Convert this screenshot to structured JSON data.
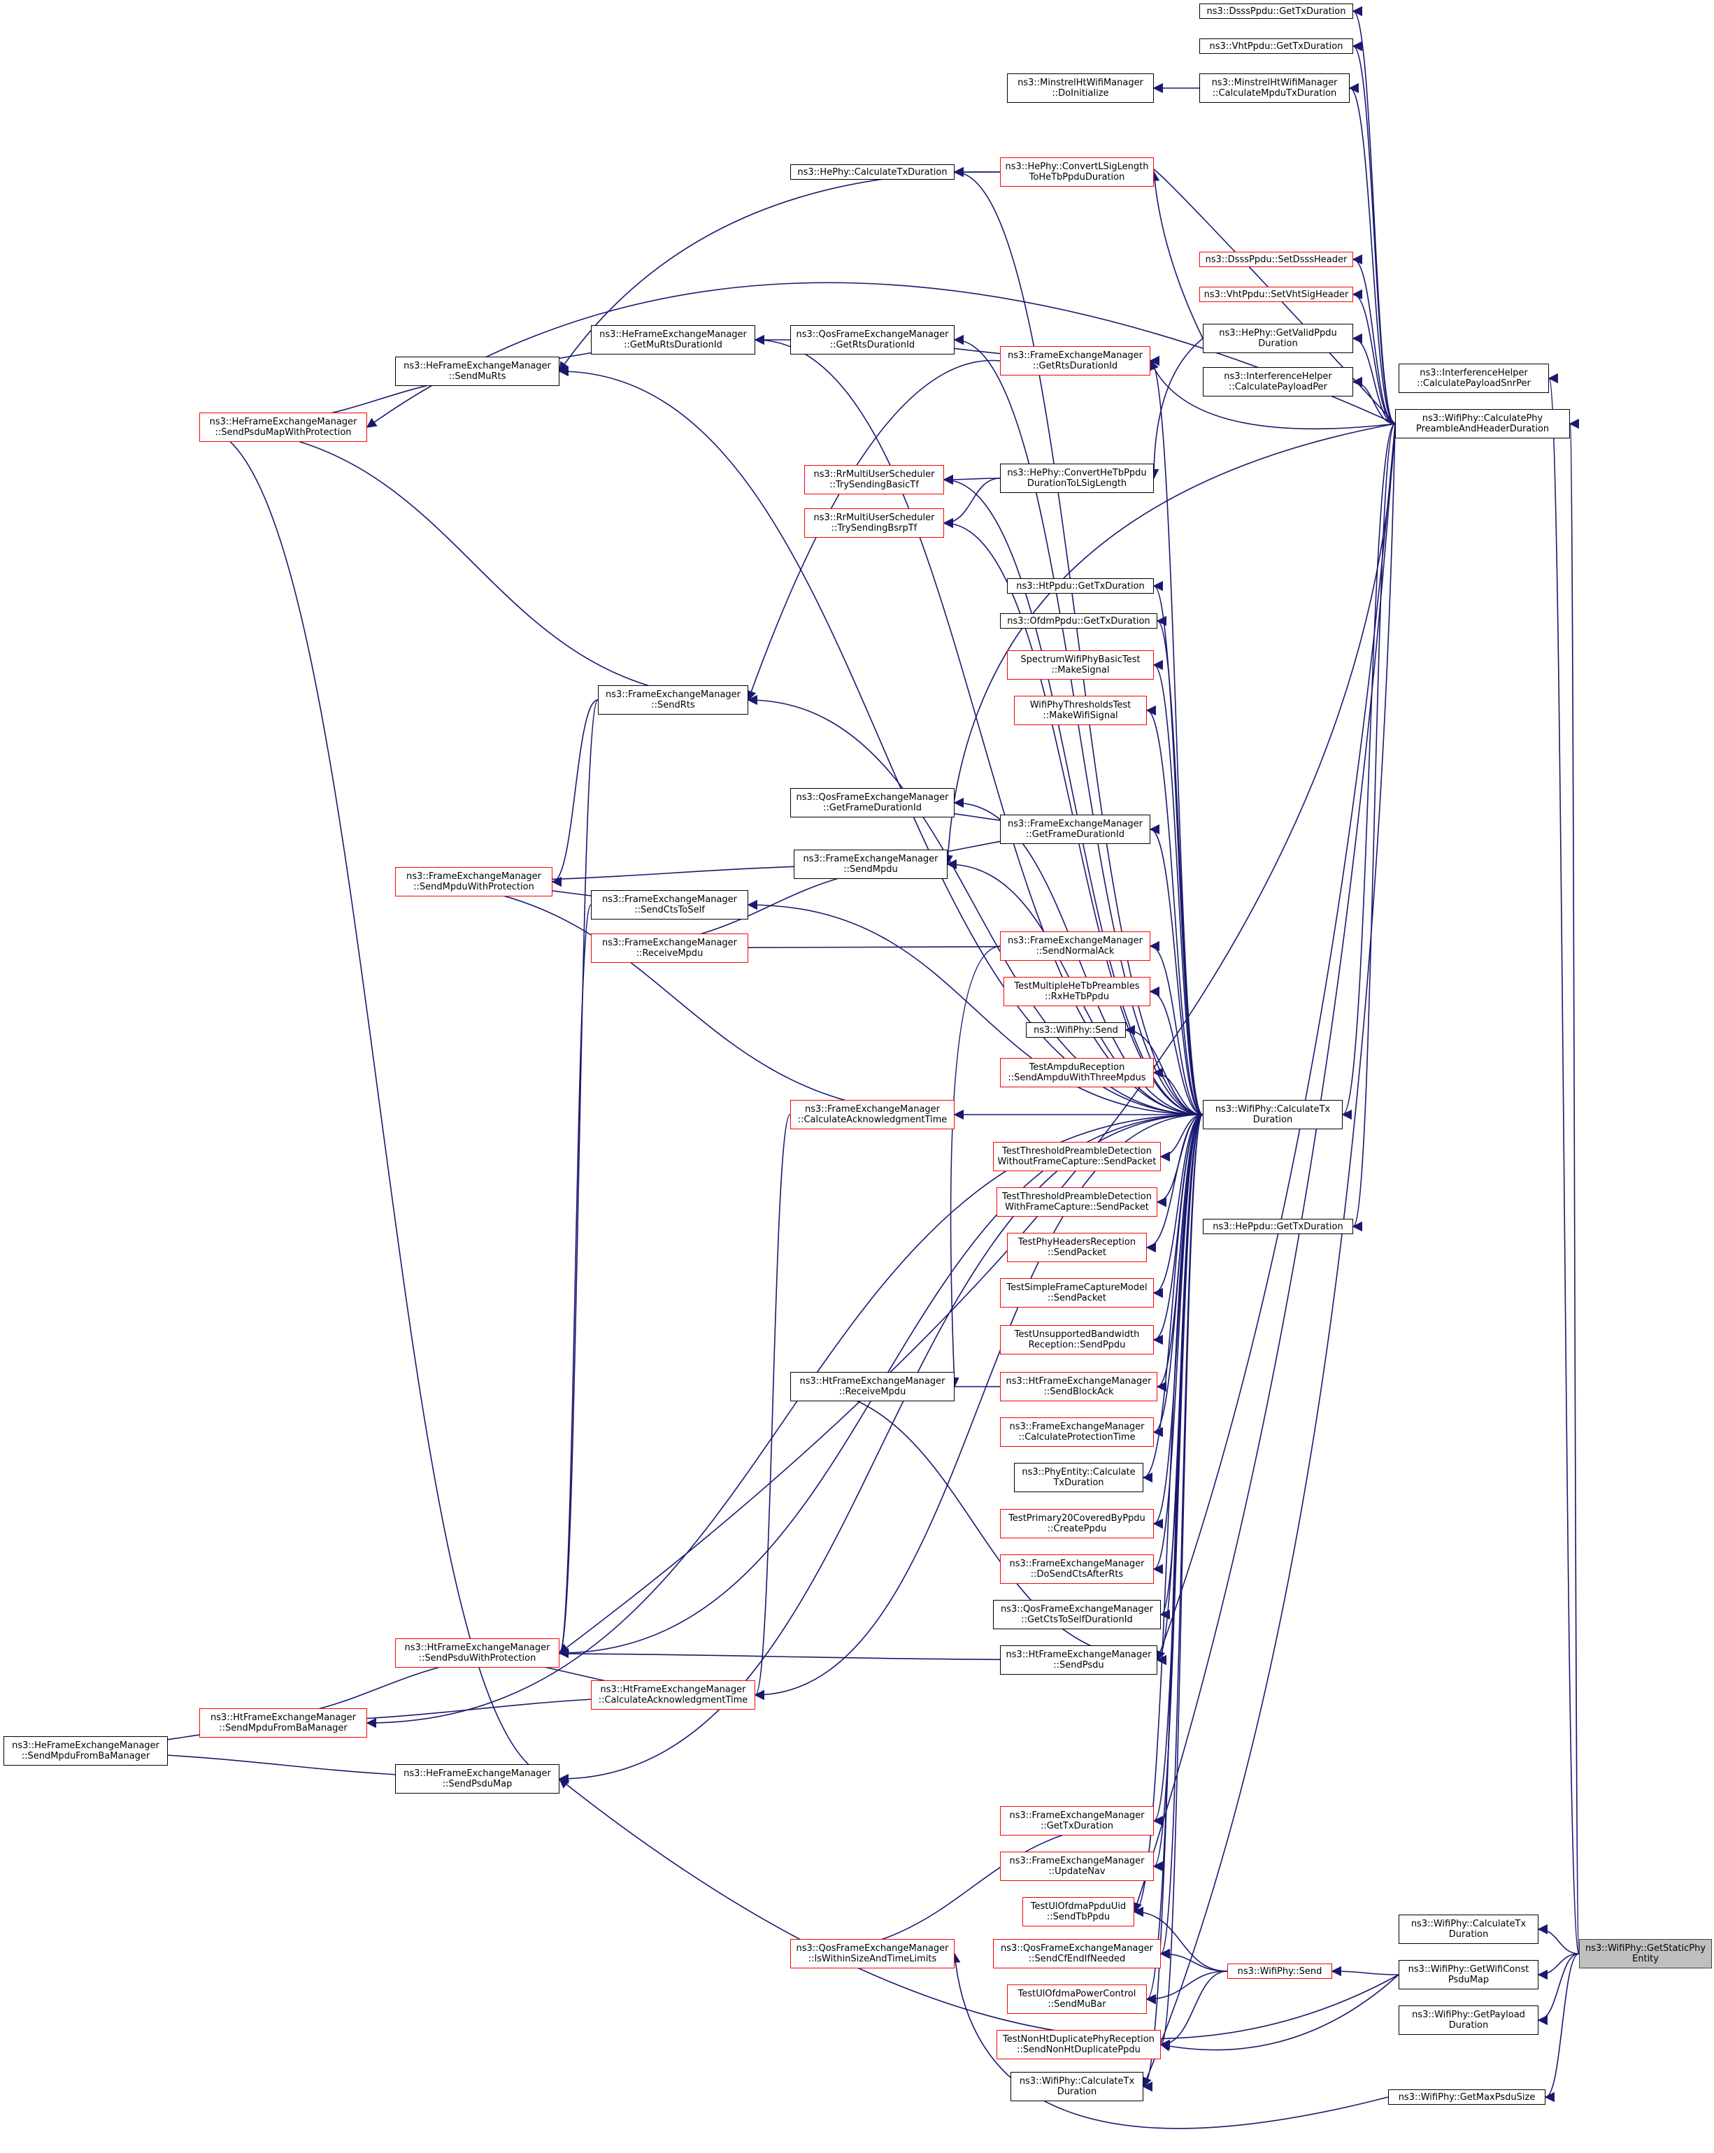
{
  "colors": {
    "edge": "#191970",
    "node_border": "#000000",
    "node_border_incomplete": "#ff0000",
    "focus_fill": "#bfbfbf"
  },
  "nodes": {
    "dsss_txd": {
      "lines": [
        "ns3::DsssPpdu::GetTxDuration"
      ]
    },
    "vht_txd": {
      "lines": [
        "ns3::VhtPpdu::GetTxDuration"
      ]
    },
    "minstrel_init": {
      "lines": [
        "ns3::MinstrelHtWifiManager",
        "::DoInitialize"
      ]
    },
    "minstrel_calc": {
      "lines": [
        "ns3::MinstrelHtWifiManager",
        "::CalculateMpduTxDuration"
      ]
    },
    "hephy_conv_lsig": {
      "lines": [
        "ns3::HePhy::ConvertLSigLength",
        "ToHeTbPpduDuration"
      ]
    },
    "hephy_calc_txd": {
      "lines": [
        "ns3::HePhy::CalculateTxDuration"
      ]
    },
    "dsss_setheader": {
      "lines": [
        "ns3::DsssPpdu::SetDsssHeader"
      ]
    },
    "vht_setsig": {
      "lines": [
        "ns3::VhtPpdu::SetVhtSigHeader"
      ]
    },
    "hephy_getvalid": {
      "lines": [
        "ns3::HePhy::GetValidPpdu",
        "Duration"
      ]
    },
    "he_getmurts": {
      "lines": [
        "ns3::HeFrameExchangeManager",
        "::GetMuRtsDurationId"
      ]
    },
    "qos_getrts": {
      "lines": [
        "ns3::QosFrameExchangeManager",
        "::GetRtsDurationId"
      ]
    },
    "fem_getrts": {
      "lines": [
        "ns3::FrameExchangeManager",
        "::GetRtsDurationId"
      ]
    },
    "he_sendmurts": {
      "lines": [
        "ns3::HeFrameExchangeManager",
        "::SendMuRts"
      ]
    },
    "interf_calc": {
      "lines": [
        "ns3::InterferenceHelper",
        "::CalculatePayloadPer"
      ]
    },
    "interf_snr": {
      "lines": [
        "ns3::InterferenceHelper",
        "::CalculatePayloadSnrPer"
      ]
    },
    "wifiphy_preamble": {
      "lines": [
        "ns3::WifiPhy::CalculatePhy",
        "PreambleAndHeaderDuration"
      ]
    },
    "he_sendpsdumapwp": {
      "lines": [
        "ns3::HeFrameExchangeManager",
        "::SendPsduMapWithProtection"
      ]
    },
    "rr_basictf": {
      "lines": [
        "ns3::RrMultiUserScheduler",
        "::TrySendingBasicTf"
      ]
    },
    "hephy_convhetb": {
      "lines": [
        "ns3::HePhy::ConvertHeTbPpdu",
        "DurationToLSigLength"
      ]
    },
    "rr_bsrptf": {
      "lines": [
        "ns3::RrMultiUserScheduler",
        "::TrySendingBsrpTf"
      ]
    },
    "ht_txd": {
      "lines": [
        "ns3::HtPpdu::GetTxDuration"
      ]
    },
    "ofdm_txd": {
      "lines": [
        "ns3::OfdmPpdu::GetTxDuration"
      ]
    },
    "spectrum_make": {
      "lines": [
        "SpectrumWifiPhyBasicTest",
        "::MakeSignal"
      ]
    },
    "thresholds_make": {
      "lines": [
        "WifiPhyThresholdsTest",
        "::MakeWifiSignal"
      ]
    },
    "fem_sendrts": {
      "lines": [
        "ns3::FrameExchangeManager",
        "::SendRts"
      ]
    },
    "qos_getframe": {
      "lines": [
        "ns3::QosFrameExchangeManager",
        "::GetFrameDurationId"
      ]
    },
    "fem_getframe": {
      "lines": [
        "ns3::FrameExchangeManager",
        "::GetFrameDurationId"
      ]
    },
    "fem_sendmpdu": {
      "lines": [
        "ns3::FrameExchangeManager",
        "::SendMpdu"
      ]
    },
    "fem_sendmpduwp": {
      "lines": [
        "ns3::FrameExchangeManager",
        "::SendMpduWithProtection"
      ]
    },
    "fem_sendcts": {
      "lines": [
        "ns3::FrameExchangeManager",
        "::SendCtsToSelf"
      ]
    },
    "fem_recvmpdu": {
      "lines": [
        "ns3::FrameExchangeManager",
        "::ReceiveMpdu"
      ]
    },
    "fem_sendnormalack": {
      "lines": [
        "ns3::FrameExchangeManager",
        "::SendNormalAck"
      ]
    },
    "test_multihe": {
      "lines": [
        "TestMultipleHeTbPreambles",
        "::RxHeTbPpdu"
      ]
    },
    "wifiphy_send_a": {
      "lines": [
        "ns3::WifiPhy::Send"
      ]
    },
    "test_ampdu": {
      "lines": [
        "TestAmpduReception",
        "::SendAmpduWithThreeMpdus"
      ]
    },
    "fem_calcack": {
      "lines": [
        "ns3::FrameExchangeManager",
        "::CalculateAcknowledgmentTime"
      ]
    },
    "wifiphy_calctx": {
      "lines": [
        "ns3::WifiPhy::CalculateTx",
        "Duration"
      ]
    },
    "test_thr_wo": {
      "lines": [
        "TestThresholdPreambleDetection",
        "WithoutFrameCapture::SendPacket"
      ]
    },
    "test_thr_w": {
      "lines": [
        "TestThresholdPreambleDetection",
        "WithFrameCapture::SendPacket"
      ]
    },
    "hepdu_txd": {
      "lines": [
        "ns3::HePpdu::GetTxDuration"
      ]
    },
    "test_phyhdr": {
      "lines": [
        "TestPhyHeadersReception",
        "::SendPacket"
      ]
    },
    "test_simplefc": {
      "lines": [
        "TestSimpleFrameCaptureModel",
        "::SendPacket"
      ]
    },
    "test_unsupbw": {
      "lines": [
        "TestUnsupportedBandwidth",
        "Reception::SendPpdu"
      ]
    },
    "ht_recvmpdu": {
      "lines": [
        "ns3::HtFrameExchangeManager",
        "::ReceiveMpdu"
      ]
    },
    "ht_sendblockack": {
      "lines": [
        "ns3::HtFrameExchangeManager",
        "::SendBlockAck"
      ]
    },
    "fem_calcprot": {
      "lines": [
        "ns3::FrameExchangeManager",
        "::CalculateProtectionTime"
      ]
    },
    "phyentity_calc": {
      "lines": [
        "ns3::PhyEntity::Calculate",
        "TxDuration"
      ]
    },
    "test_prim20": {
      "lines": [
        "TestPrimary20CoveredByPpdu",
        "::CreatePpdu"
      ]
    },
    "fem_dosendcts": {
      "lines": [
        "ns3::FrameExchangeManager",
        "::DoSendCtsAfterRts"
      ]
    },
    "qos_getcts": {
      "lines": [
        "ns3::QosFrameExchangeManager",
        "::GetCtsToSelfDurationId"
      ]
    },
    "ht_sendpsduwp": {
      "lines": [
        "ns3::HtFrameExchangeManager",
        "::SendPsduWithProtection"
      ]
    },
    "ht_sendpsdu": {
      "lines": [
        "ns3::HtFrameExchangeManager",
        "::SendPsdu"
      ]
    },
    "ht_calcack": {
      "lines": [
        "ns3::HtFrameExchangeManager",
        "::CalculateAcknowledgmentTime"
      ]
    },
    "ht_sendmpdufromba": {
      "lines": [
        "ns3::HtFrameExchangeManager",
        "::SendMpduFromBaManager"
      ]
    },
    "he_sendmpdufromba": {
      "lines": [
        "ns3::HeFrameExchangeManager",
        "::SendMpduFromBaManager"
      ]
    },
    "he_sendpsdumap": {
      "lines": [
        "ns3::HeFrameExchangeManager",
        "::SendPsduMap"
      ]
    },
    "fem_gettxd": {
      "lines": [
        "ns3::FrameExchangeManager",
        "::GetTxDuration"
      ]
    },
    "fem_updatenav": {
      "lines": [
        "ns3::FrameExchangeManager",
        "::UpdateNav"
      ]
    },
    "test_ulofdma_uid": {
      "lines": [
        "TestUlOfdmaPpduUid",
        "::SendTbPpdu"
      ]
    },
    "qos_iswithin": {
      "lines": [
        "ns3::QosFrameExchangeManager",
        "::IsWithinSizeAndTimeLimits"
      ]
    },
    "qos_sendcfend": {
      "lines": [
        "ns3::QosFrameExchangeManager",
        "::SendCfEndIfNeeded"
      ]
    },
    "wifiphy_send_b": {
      "lines": [
        "ns3::WifiPhy::Send"
      ]
    },
    "test_ulofdma_pc": {
      "lines": [
        "TestUlOfdmaPowerControl",
        "::SendMuBar"
      ]
    },
    "test_nonht": {
      "lines": [
        "TestNonHtDuplicatePhyReception",
        "::SendNonHtDuplicatePpdu"
      ]
    },
    "wifiphy_calctx2": {
      "lines": [
        "ns3::WifiPhy::CalculateTx",
        "Duration"
      ]
    },
    "wifiphy_calctx3": {
      "lines": [
        "ns3::WifiPhy::CalculateTx",
        "Duration"
      ]
    },
    "wifiphy_getconst": {
      "lines": [
        "ns3::WifiPhy::GetWifiConst",
        "PsduMap"
      ]
    },
    "wifiphy_getpayload": {
      "lines": [
        "ns3::WifiPhy::GetPayload",
        "Duration"
      ]
    },
    "wifiphy_maxpsdu": {
      "lines": [
        "ns3::WifiPhy::GetMaxPsduSize"
      ]
    },
    "focus": {
      "lines": [
        "ns3::WifiPhy::GetStaticPhy",
        "Entity"
      ]
    }
  }
}
